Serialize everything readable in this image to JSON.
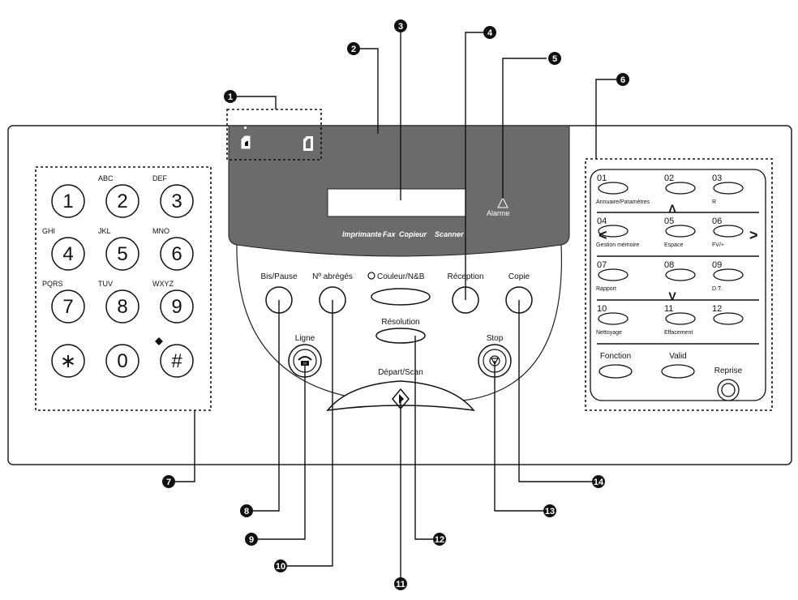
{
  "status": {
    "memory_icon": "document-stack-icon",
    "paper_icon": "document-icon"
  },
  "display": {
    "alarm_label": "Alarme",
    "mode_strip": [
      "Imprimante",
      "Fax",
      "Copieur",
      "Scanner"
    ]
  },
  "keypad": {
    "keys": [
      {
        "glyph": "1",
        "sub": ""
      },
      {
        "glyph": "2",
        "sub": "ABC"
      },
      {
        "glyph": "3",
        "sub": "DEF"
      },
      {
        "glyph": "4",
        "sub": "GHI"
      },
      {
        "glyph": "5",
        "sub": "JKL"
      },
      {
        "glyph": "6",
        "sub": "MNO"
      },
      {
        "glyph": "7",
        "sub": "PQRS"
      },
      {
        "glyph": "8",
        "sub": "TUV"
      },
      {
        "glyph": "9",
        "sub": "WXYZ"
      },
      {
        "glyph": "∗",
        "sub": ""
      },
      {
        "glyph": "0",
        "sub": ""
      },
      {
        "glyph": "#",
        "sub": ""
      }
    ]
  },
  "controls": {
    "bis_pause": "Bis/Pause",
    "abreges": "Nº abrégés",
    "couleur": "Couleur/N&B",
    "reception": "Réception",
    "copie": "Copie",
    "ligne": "Ligne",
    "resolution": "Résolution",
    "stop": "Stop",
    "depart": "Départ/Scan"
  },
  "program_keys": {
    "rows": [
      {
        "nums": [
          "01",
          "02",
          "03"
        ],
        "labels": [
          "Annuaire/Paramètres",
          "",
          "R"
        ]
      },
      {
        "nums": [
          "04",
          "05",
          "06"
        ],
        "labels": [
          "Gestion mémoire",
          "Espace",
          "FV/+"
        ]
      },
      {
        "nums": [
          "07",
          "08",
          "09"
        ],
        "labels": [
          "Rapport",
          "",
          "D.T."
        ]
      },
      {
        "nums": [
          "10",
          "11",
          "12"
        ],
        "labels": [
          "Nettoyage",
          "Effacement",
          ""
        ]
      }
    ],
    "fonction": "Fonction",
    "valid": "Valid",
    "reprise": "Reprise",
    "arrows": {
      "up": "Λ",
      "down": "V",
      "left": "<",
      "right": ">"
    }
  },
  "callouts": [
    "1",
    "2",
    "3",
    "4",
    "5",
    "6",
    "7",
    "8",
    "9",
    "10",
    "11",
    "12",
    "13",
    "14"
  ]
}
